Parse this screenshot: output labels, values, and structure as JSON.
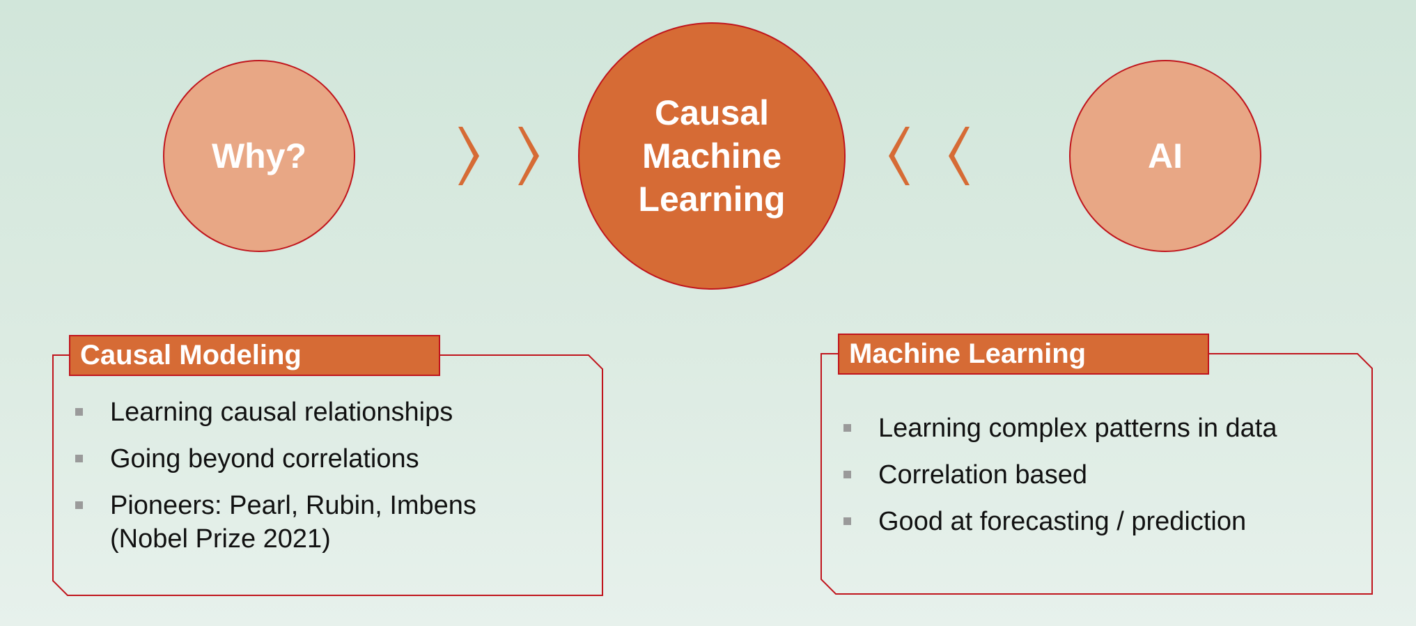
{
  "circles": {
    "left": "Why?",
    "center": [
      "Causal",
      "Machine",
      "Learning"
    ],
    "right": "AI"
  },
  "panels": {
    "left": {
      "header": "Causal Modeling",
      "bullets": [
        "Learning causal relationships",
        "Going beyond correlations",
        "Pioneers: Pearl, Rubin, Imbens (Nobel Prize 2021)"
      ]
    },
    "right": {
      "header": "Machine Learning",
      "bullets": [
        "Learning complex patterns in data",
        "Correlation based",
        "Good at forecasting / prediction"
      ]
    }
  },
  "colors": {
    "accent": "#d66b35",
    "light_circle": "#e8a785",
    "outline": "#c0141c",
    "bullet": "#9a9a9a"
  },
  "icons": [
    "chevron-right-icon",
    "chevron-left-icon"
  ]
}
